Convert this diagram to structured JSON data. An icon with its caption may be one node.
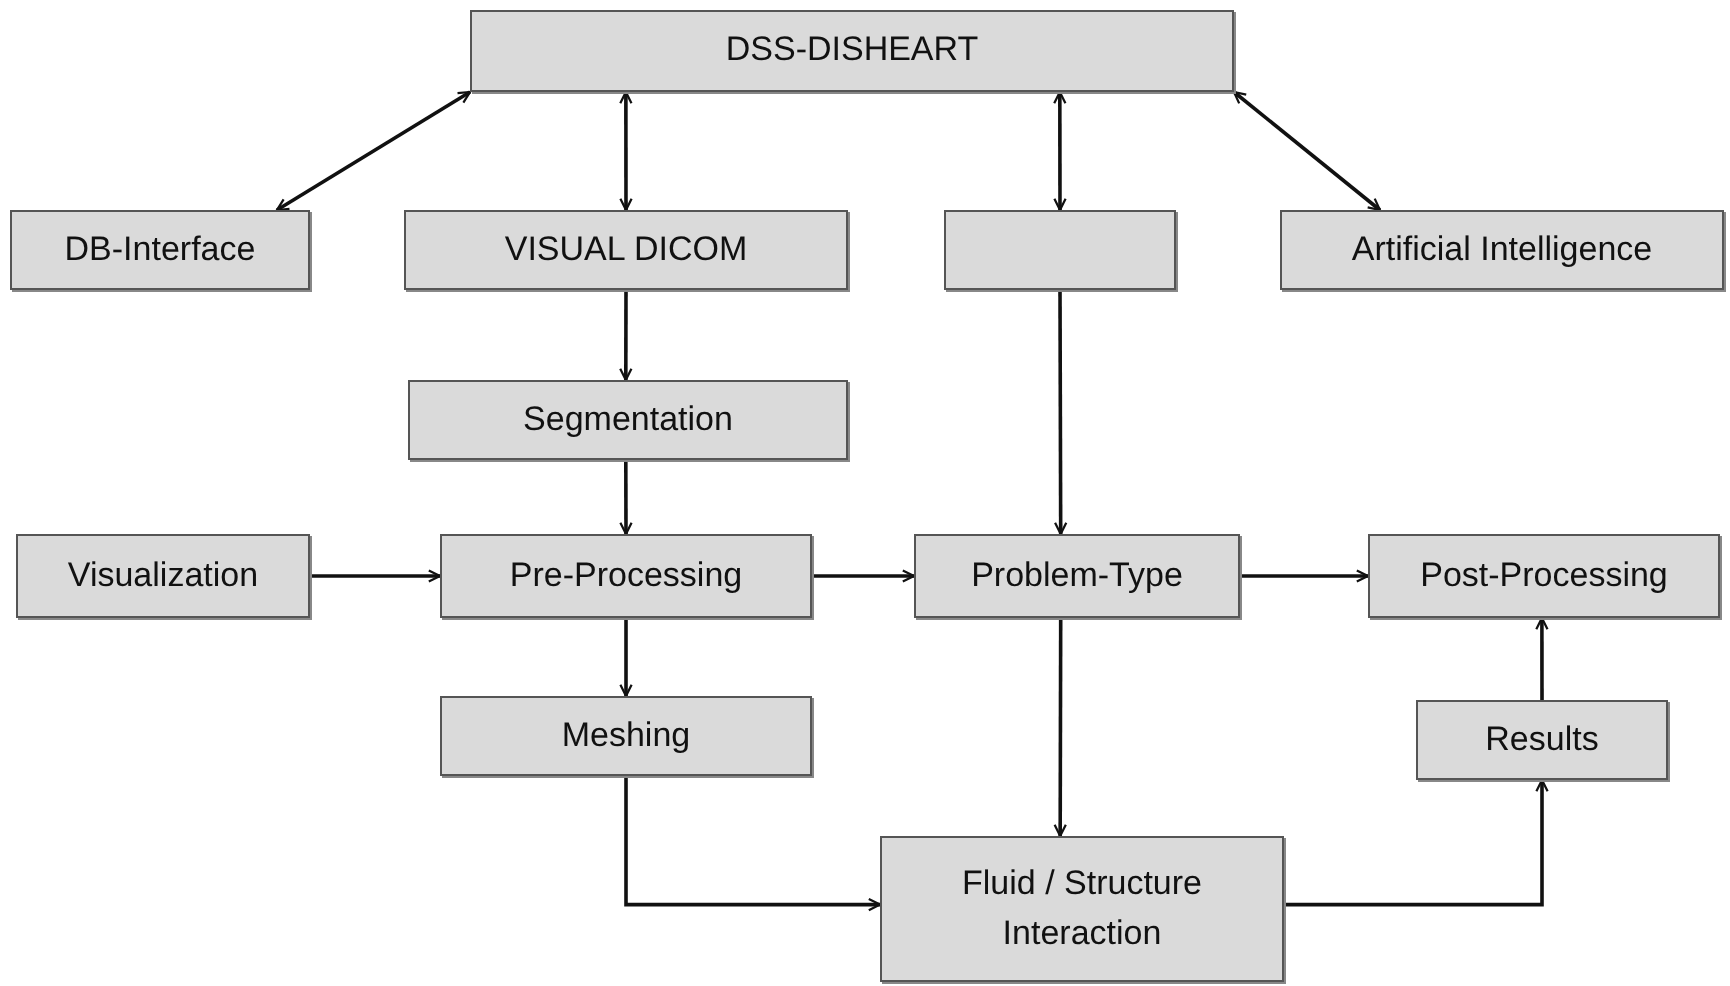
{
  "diagram": {
    "nodes": [
      {
        "text": [
          "DSS-DISHEART"
        ]
      },
      {
        "text": [
          "DB-Interface"
        ]
      },
      {
        "text": [
          "VISUAL DICOM"
        ]
      },
      {
        "text": [],
        "shape": "box"
      },
      {
        "text": [
          "Artificial Intelligence"
        ]
      },
      {
        "text": [
          "Segmentation"
        ]
      },
      {
        "text": [
          "Visualization"
        ]
      },
      {
        "text": [
          "Pre-Processing"
        ]
      },
      {
        "text": [
          "Problem-Type"
        ]
      },
      {
        "text": [
          "Post-Processing"
        ]
      },
      {
        "text": [
          "Meshing"
        ]
      },
      {
        "text": [
          "Results"
        ]
      },
      {
        "text": [
          "Fluid / Structure Interaction"
        ]
      }
    ],
    "edges": [
      {
        "from": 0,
        "to": 1,
        "arrow": "both"
      },
      {
        "from": 0,
        "to": 2,
        "arrow": "both"
      },
      {
        "from": 0,
        "to": 3,
        "arrow": "both"
      },
      {
        "from": 0,
        "to": 4,
        "arrow": "both"
      },
      {
        "from": 2,
        "to": 5,
        "arrow": "to"
      },
      {
        "from": 5,
        "to": 7,
        "arrow": "to"
      },
      {
        "from": 3,
        "to": 8,
        "arrow": "to"
      },
      {
        "from": 6,
        "to": 7,
        "arrow": "to"
      },
      {
        "from": 7,
        "to": 8,
        "arrow": "to"
      },
      {
        "from": 8,
        "to": 9,
        "arrow": "to"
      },
      {
        "from": 7,
        "to": 10,
        "arrow": "to"
      },
      {
        "from": 8,
        "to": 12,
        "arrow": "to"
      },
      {
        "from": 10,
        "to": 12,
        "arrow": "to"
      },
      {
        "from": 12,
        "to": 11,
        "arrow": "to"
      },
      {
        "from": 11,
        "to": 9,
        "arrow": "to"
      }
    ]
  }
}
